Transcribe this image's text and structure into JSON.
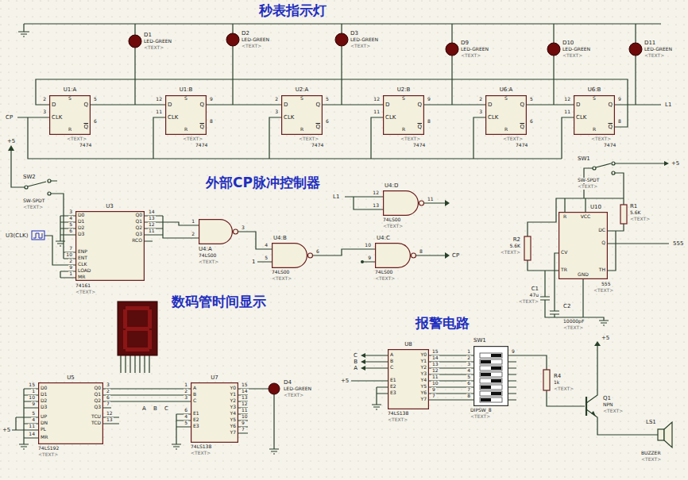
{
  "diagram": {
    "nodes": [
      {
        "text": [
          "U1:A",
          "S",
          "D",
          "Q",
          "CLK",
          "R",
          "Q",
          "<TEXT>",
          "7474"
        ]
      },
      {
        "text": [
          "U1:B",
          "S",
          "D",
          "Q",
          "CLK",
          "R",
          "Q",
          "<TEXT>",
          "7474"
        ]
      },
      {
        "text": [
          "U2:A",
          "S",
          "D",
          "Q",
          "CLK",
          "R",
          "Q",
          "<TEXT>",
          "7474"
        ]
      },
      {
        "text": [
          "U2:B",
          "S",
          "D",
          "Q",
          "CLK",
          "R",
          "Q",
          "<TEXT>",
          "7474"
        ]
      },
      {
        "text": [
          "U6:A",
          "S",
          "D",
          "Q",
          "CLK",
          "R",
          "Q",
          "<TEXT>",
          "7474"
        ]
      },
      {
        "text": [
          "U6:B",
          "S",
          "D",
          "Q",
          "CLK",
          "R",
          "Q",
          "<TEXT>",
          "7474"
        ]
      },
      {
        "text": [
          "U3",
          "D0",
          "D1",
          "D2",
          "D3",
          "ENP",
          "ENT",
          "CLK",
          "LOAD",
          "MR",
          "Q0",
          "Q1",
          "Q2",
          "Q3",
          "RCO",
          "74161",
          "<TEXT>"
        ]
      },
      {
        "text": [
          "U4:D",
          "74LS00",
          "<TEXT>"
        ]
      },
      {
        "text": [
          "U4:A",
          "74LS00",
          "<TEXT>"
        ]
      },
      {
        "text": [
          "U4:B",
          "74LS00",
          "<TEXT>"
        ]
      },
      {
        "text": [
          "U4:C",
          "74LS00",
          "<TEXT>"
        ]
      },
      {
        "text": [
          "U10",
          "R",
          "VCC",
          "DC",
          "Q",
          "CV",
          "TR",
          "GND",
          "TH",
          "555",
          "<TEXT>"
        ]
      },
      {
        "text": [
          "U5",
          "D0",
          "D1",
          "D2",
          "D3",
          "UP",
          "DN",
          "PL",
          "MR",
          "Q0",
          "Q1",
          "Q2",
          "Q3",
          "TCU",
          "TCD",
          "74LS192",
          "<TEXT>"
        ]
      },
      {
        "text": [
          "U7",
          "A",
          "B",
          "C",
          "E1",
          "E2",
          "E3",
          "Y0",
          "Y1",
          "Y2",
          "Y3",
          "Y4",
          "Y5",
          "Y6",
          "Y7",
          "74LS138",
          "<TEXT>"
        ]
      },
      {
        "text": [
          "U8",
          "A",
          "B",
          "C",
          "E1",
          "E2",
          "E3",
          "Y0",
          "Y1",
          "Y2",
          "Y3",
          "Y4",
          "Y5",
          "Y6",
          "Y7",
          "74LS138",
          "<TEXT>"
        ]
      },
      {
        "text": [
          "SW1",
          "DIPSW_8",
          "<TEXT>"
        ]
      }
    ],
    "edges": [
      {
        "from": 0,
        "to": 1,
        "arrow": "none"
      },
      {
        "from": 1,
        "to": 2,
        "arrow": "none"
      },
      {
        "from": 2,
        "to": 3,
        "arrow": "none"
      },
      {
        "from": 3,
        "to": 4,
        "arrow": "none"
      },
      {
        "from": 4,
        "to": 5,
        "arrow": "none"
      },
      {
        "from": 6,
        "to": 8,
        "arrow": "none"
      },
      {
        "from": 8,
        "to": 9,
        "arrow": "none"
      },
      {
        "from": 9,
        "to": 10,
        "arrow": "none"
      },
      {
        "from": 12,
        "to": 13,
        "arrow": "none"
      },
      {
        "from": 14,
        "to": 15,
        "arrow": "none"
      }
    ],
    "labels": [
      "秒表指示灯",
      "外部CP脉冲控制器",
      "数码管时间显示",
      "报警电路",
      "CP",
      "L1",
      "D1",
      "LED-GREEN",
      "<TEXT>",
      "D2",
      "LED-GREEN",
      "<TEXT>",
      "D3",
      "LED-GREEN",
      "<TEXT>",
      "D9",
      "LED-GREEN",
      "<TEXT>",
      "D10",
      "LED-GREEN",
      "<TEXT>",
      "D11",
      "LED-GREEN",
      "<TEXT>",
      "2",
      "3",
      "5",
      "6",
      "12",
      "11",
      "9",
      "8",
      "2",
      "3",
      "5",
      "6",
      "12",
      "11",
      "9",
      "8",
      "2",
      "3",
      "5",
      "6",
      "12",
      "11",
      "9",
      "8",
      "+5",
      "SW2",
      "SW-SPDT",
      "<TEXT>",
      "U3(CLK)",
      "3",
      "4",
      "5",
      "6",
      "7",
      "10",
      "2",
      "9",
      "1",
      "14",
      "13",
      "12",
      "11",
      "1",
      "2",
      "3",
      "4",
      "5",
      "6",
      "1",
      "10",
      "9",
      "8",
      "CP",
      "L1",
      "12",
      "13",
      "11",
      "SW1",
      "SW-SPDT",
      "<TEXT>",
      "+5",
      "R1",
      "5.6K",
      "<TEXT>",
      "555",
      "R2",
      "5.6K",
      "<TEXT>",
      "C1",
      "47u",
      "<TEXT>",
      "C2",
      "10000pF",
      "<TEXT>",
      "D4",
      "LED-GREEN",
      "<TEXT>",
      "A",
      "B",
      "C",
      "15",
      "1",
      "10",
      "9",
      "5",
      "4",
      "11",
      "14",
      "3",
      "2",
      "6",
      "7",
      "12",
      "13",
      "1",
      "2",
      "3",
      "6",
      "4",
      "5",
      "15",
      "14",
      "13",
      "12",
      "11",
      "10",
      "9",
      "7",
      "+5",
      "C",
      "B",
      "A",
      "+5",
      "15",
      "14",
      "13",
      "12",
      "11",
      "10",
      "9",
      "7",
      "1",
      "2",
      "3",
      "4",
      "5",
      "6",
      "7",
      "8",
      "9",
      "+5",
      "R4",
      "1k",
      "<TEXT>",
      "Q1",
      "NPN",
      "<TEXT>",
      "LS1",
      "BUZZER",
      "<TEXT>"
    ]
  }
}
